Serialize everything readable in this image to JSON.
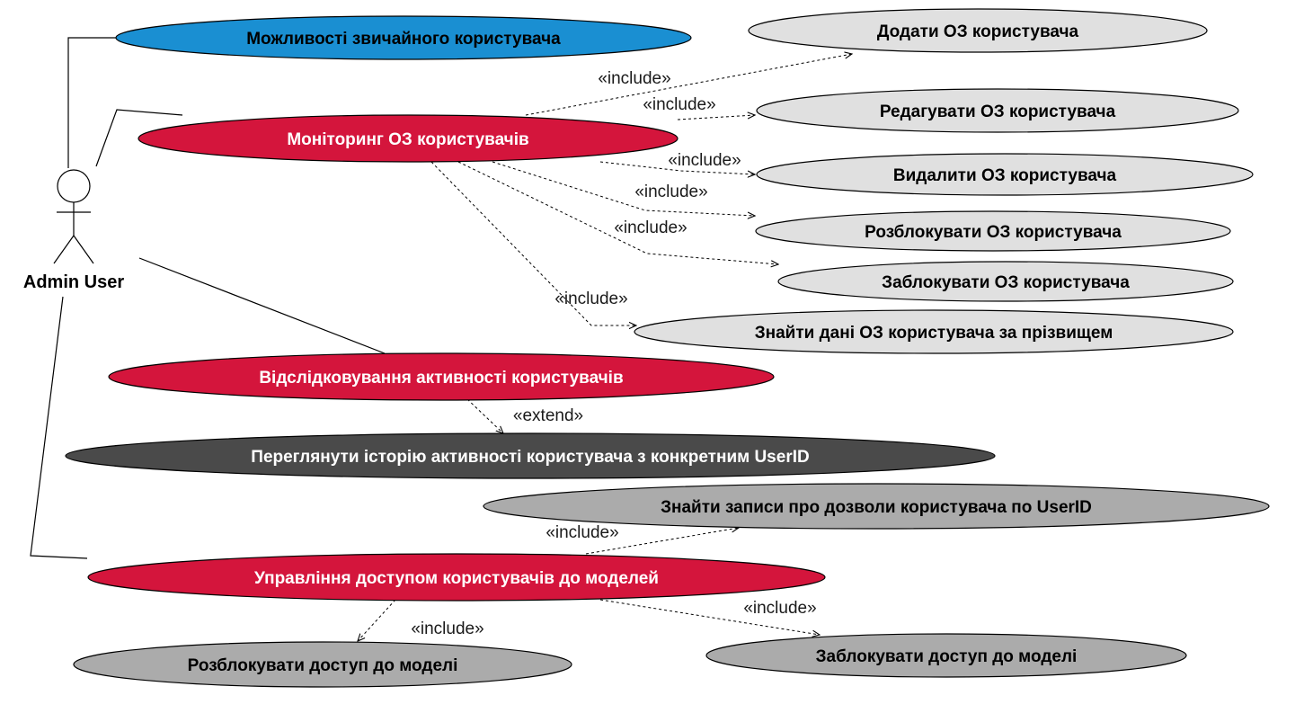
{
  "actor": {
    "name": "Admin User"
  },
  "colors": {
    "blue": "#1a8fd2",
    "red": "#d4153c",
    "light_gray": "#e0e0e0",
    "mid_gray": "#ababab",
    "dark": "#4a4a4a",
    "white_text": "#ffffff",
    "black_text": "#000000"
  },
  "use_cases": {
    "user_capabilities": "Можливості звичайного користувача",
    "monitoring": "Моніторинг ОЗ користувачів",
    "add": "Додати ОЗ користувача",
    "edit": "Редагувати ОЗ користувача",
    "delete": "Видалити ОЗ користувача",
    "unblock": "Розблокувати ОЗ користувача",
    "block": "Заблокувати ОЗ користувача",
    "find": "Знайти дані ОЗ користувача за прізвищем",
    "tracking": "Відслідковування активності користувачів",
    "history": "Переглянути історію активності користувача з конкретним UserID",
    "find_permissions": "Знайти записи про дозволи користувача по UserID",
    "access": "Управління доступом користувачів до моделей",
    "unblock_access": "Розблокувати доступ до моделі",
    "block_access": "Заблокувати доступ до моделі"
  },
  "stereotypes": {
    "include": "«include»",
    "extend": "«extend»"
  }
}
